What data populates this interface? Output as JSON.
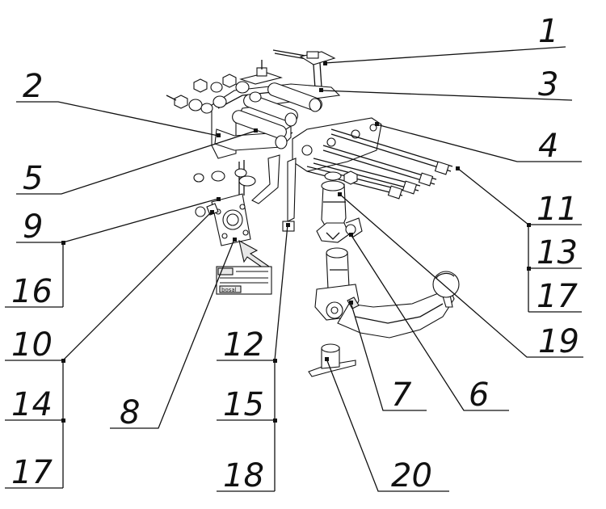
{
  "callouts": [
    {
      "id": "1",
      "number": "1"
    },
    {
      "id": "2",
      "number": "2"
    },
    {
      "id": "3",
      "number": "3"
    },
    {
      "id": "4",
      "number": "4"
    },
    {
      "id": "5",
      "number": "5"
    },
    {
      "id": "6",
      "number": "6"
    },
    {
      "id": "7",
      "number": "7"
    },
    {
      "id": "8",
      "number": "8"
    },
    {
      "id": "9",
      "number": "9"
    },
    {
      "id": "10",
      "number": "10"
    },
    {
      "id": "11",
      "number": "11"
    },
    {
      "id": "12",
      "number": "12"
    },
    {
      "id": "13",
      "number": "13"
    },
    {
      "id": "14",
      "number": "14"
    },
    {
      "id": "15",
      "number": "15"
    },
    {
      "id": "16",
      "number": "16"
    },
    {
      "id": "17a",
      "number": "17"
    },
    {
      "id": "17b",
      "number": "17"
    },
    {
      "id": "18",
      "number": "18"
    },
    {
      "id": "19",
      "number": "19"
    },
    {
      "id": "20",
      "number": "20"
    }
  ],
  "brand_label": "bosal"
}
